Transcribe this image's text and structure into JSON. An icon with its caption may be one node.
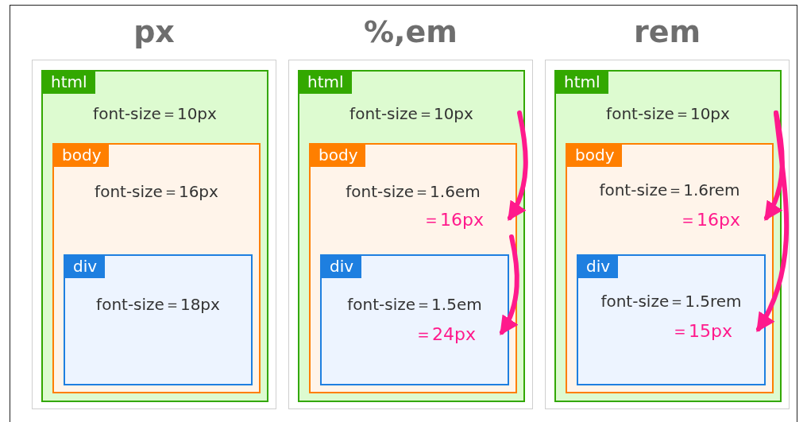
{
  "diagram": {
    "nodes": [
      {
        "text": [
          "px"
        ]
      },
      {
        "text": [
          "html",
          "font-size＝10px"
        ],
        "in": 0
      },
      {
        "text": [
          "body",
          "font-size＝16px"
        ],
        "in": 1
      },
      {
        "text": [
          "div",
          "font-size＝18px"
        ],
        "in": 2
      },
      {
        "text": [
          "%,em"
        ]
      },
      {
        "text": [
          "html",
          "font-size＝10px"
        ],
        "in": 4
      },
      {
        "text": [
          "body",
          "font-size＝1.6em",
          "＝16px"
        ],
        "in": 5
      },
      {
        "text": [
          "div",
          "font-size＝1.5em",
          "＝24px"
        ],
        "in": 6
      },
      {
        "text": [
          "rem"
        ]
      },
      {
        "text": [
          "html",
          "font-size＝10px"
        ],
        "in": 8
      },
      {
        "text": [
          "body",
          "font-size＝1.6rem",
          "＝16px"
        ],
        "in": 9
      },
      {
        "text": [
          "div",
          "font-size＝1.5rem",
          "＝15px"
        ],
        "in": 10
      }
    ],
    "edges": [
      {
        "from": 5,
        "to": 6,
        "arrow": "to"
      },
      {
        "from": 6,
        "to": 7,
        "arrow": "to"
      },
      {
        "from": 9,
        "to": 10,
        "arrow": "to"
      },
      {
        "from": 9,
        "to": 11,
        "arrow": "to"
      }
    ]
  }
}
